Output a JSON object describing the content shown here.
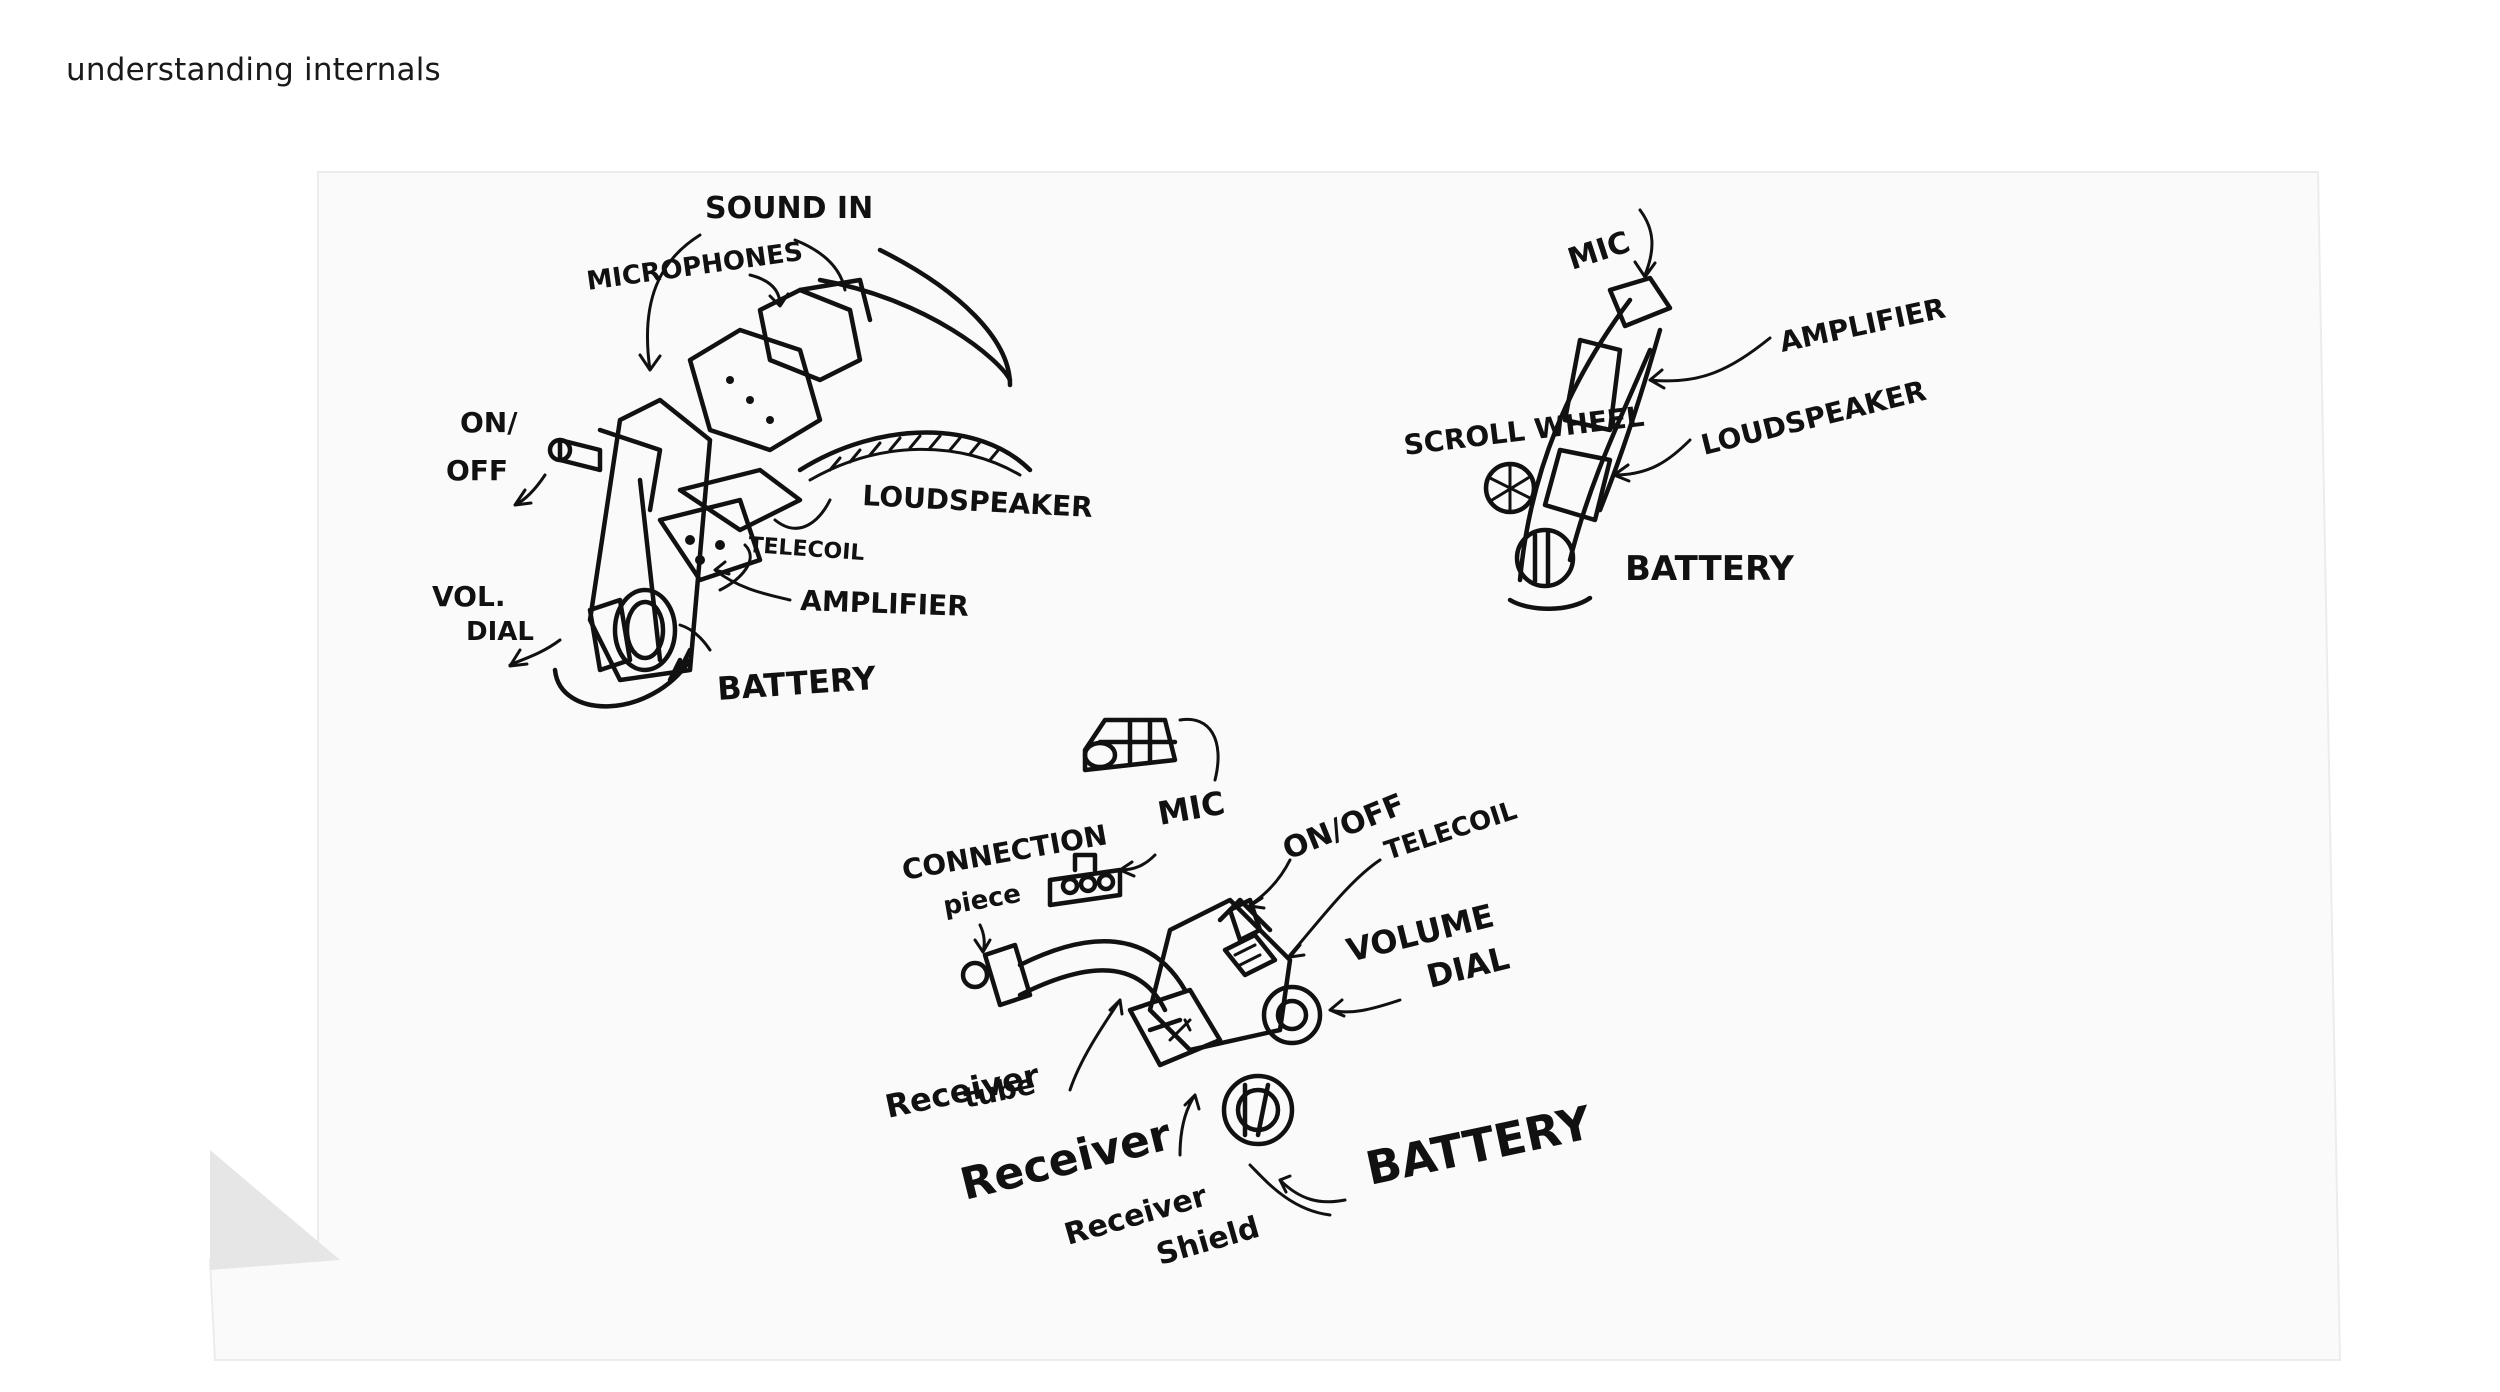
{
  "page": {
    "title": "understanding internals"
  },
  "sketch": {
    "paper_color": "#fafafa",
    "ink_color": "#111111",
    "bte_device": {
      "labels": {
        "sound_in": "SOUND IN",
        "microphones": "MICROPHONES",
        "on_off_top": "ON/",
        "on_off_bottom": "OFF",
        "loudspeaker": "LOUDSPEAKER",
        "telecoil": "TELECOIL",
        "amplifier": "AMPLIFIER",
        "vol_dial_top": "VOL.",
        "vol_dial_bottom": "DIAL",
        "battery": "BATTERY"
      }
    },
    "slim_device": {
      "labels": {
        "mic": "MIC",
        "amplifier": "AMPLIFIER",
        "scroll_wheel": "SCROLL WHEEL",
        "loudspeaker": "LOUDSPEAKER",
        "battery": "BATTERY"
      }
    },
    "ric_device": {
      "labels": {
        "mic": "MIC",
        "connection_piece_top": "CONNECTION",
        "connection_piece_bottom": "piece",
        "on_off": "ON/OFF",
        "telecoil": "TELECOIL",
        "volume_dial_top": "VOLUME",
        "volume_dial_bottom": "DIAL",
        "receiver_tube_top": "Receiver",
        "receiver_tube_bottom": "tube",
        "receiver": "Receiver",
        "receiver_shield_top": "Receiver",
        "receiver_shield_bottom": "Shield",
        "battery": "BATTERY"
      }
    }
  }
}
